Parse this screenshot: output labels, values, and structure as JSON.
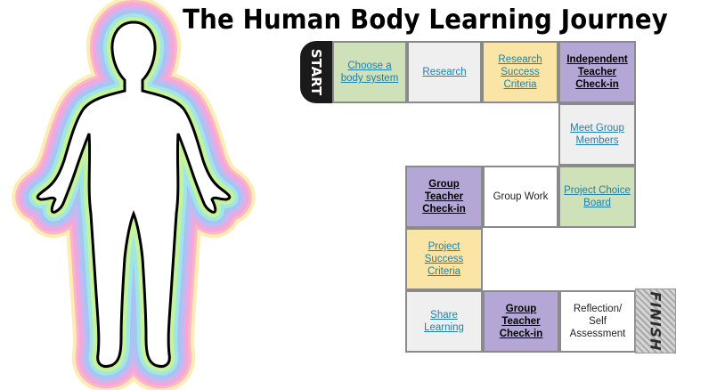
{
  "title": "The Human Body Learning Journey",
  "start_label": "START",
  "finish_label": "FINISH",
  "tiles": [
    {
      "id": "choose",
      "label": "Choose a body system",
      "style": "link",
      "color": "#cfe1b9"
    },
    {
      "id": "research",
      "label": "Research",
      "style": "link",
      "color": "#efefef"
    },
    {
      "id": "research-criteria",
      "label": "Research Success Criteria",
      "style": "link",
      "color": "#fbe5a6"
    },
    {
      "id": "independent-checkin",
      "label": "Independent Teacher Check-in",
      "style": "bold",
      "color": "#b4a7d6"
    },
    {
      "id": "meet-group",
      "label": "Meet Group Members",
      "style": "link",
      "color": "#efefef"
    },
    {
      "id": "project-choice",
      "label": "Project Choice Board",
      "style": "link",
      "color": "#cfe1b9"
    },
    {
      "id": "group-work",
      "label": "Group Work",
      "style": "plain",
      "color": "#ffffff"
    },
    {
      "id": "group-checkin-1",
      "label": "Group Teacher Check-in",
      "style": "bold",
      "color": "#b4a7d6"
    },
    {
      "id": "project-criteria",
      "label": "Project Success Criteria",
      "style": "link",
      "color": "#fbe5a6"
    },
    {
      "id": "share-learning",
      "label": "Share Learning",
      "style": "link",
      "color": "#efefef"
    },
    {
      "id": "group-checkin-2",
      "label": "Group Teacher Check-in",
      "style": "bold",
      "color": "#b4a7d6"
    },
    {
      "id": "reflection",
      "label": "Reflection/ Self Assessment",
      "style": "plain",
      "color": "#ffffff"
    }
  ]
}
